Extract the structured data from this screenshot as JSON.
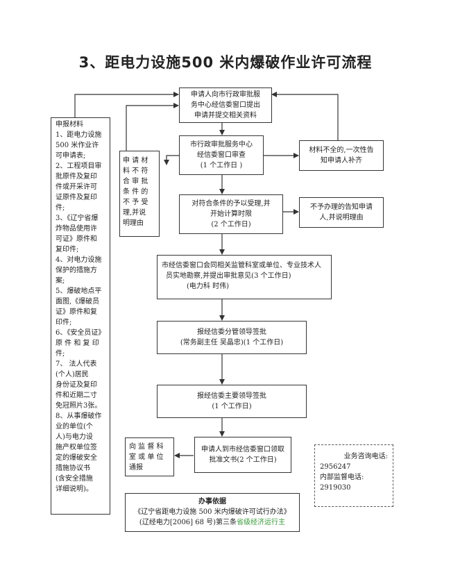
{
  "title": "3、距电力设施500 米内爆破作业许可流程",
  "materials": {
    "lines": [
      "申报材料",
      "1、距电力设施",
      "500 米作业许",
      "可申请表;",
      "2、工程项目审",
      "批原件及复印",
      "件或开采许可",
      "证原件及复印",
      "件;",
      "3、《辽宁省爆",
      "炸物品使用许",
      "可证》原件和",
      "复印件;",
      "4、对电力设施",
      "保护的措施方",
      "案;",
      "5、爆破地点平",
      "面图,《爆破员",
      "证》原件和复",
      "印件;",
      "6、《安全员证》",
      "原 件 和 复 印",
      "件;",
      "7、 法人代表",
      "(个人)居民",
      "身份证及复印",
      "件和近期二寸",
      "免冠照片3张。",
      "8、从事爆破作",
      "业的单位(个",
      "人)与电力设",
      "施产权单位签",
      "定的爆破安全",
      "措施协议书",
      "(含安全措施",
      "详细说明)。"
    ]
  },
  "steps": {
    "apply": [
      "申请人向市行政审批服",
      "务中心经信委窗口提出",
      "申请并提交相关资料"
    ],
    "review": [
      "市行政审批服务中心",
      "经信委窗口审查",
      "(1 个工作日 )"
    ],
    "accept": [
      "对符合条件的予以受理,并",
      "开始计算时限",
      "(2 个工作日)"
    ],
    "survey": [
      "市经信委窗口会同相关监管科室或单位、专业技术人",
      "员实地勘察,并提出审批意见(3 个工作日)",
      "(电力科   时伟)"
    ],
    "deputy_sign": [
      "报经信委分管领导签批",
      "(常务副主任 吴晶忠)(1 个工作日)"
    ],
    "chief_sign": [
      "报经信委主要领导签批",
      "(1 个工作日)"
    ],
    "collect": [
      "申请人到市经信委窗口领取",
      "批准文书(2 个工作日)"
    ]
  },
  "side": {
    "not_approved": [
      "申 请 材",
      "料 不 符",
      "合 审 批",
      "条 件 的",
      "不 予 受",
      "理,并说",
      "明理由"
    ],
    "incomplete": [
      "材料不全的,一次性告",
      "知申请人补齐"
    ],
    "not_handled": [
      "不予办理的告知申请",
      "人,并说明理由"
    ],
    "notify": [
      "向 监 督 科",
      "室 或 单 位",
      "通报"
    ]
  },
  "contact": {
    "consult_label": "业务咨询电话:",
    "consult_phone": "2956247",
    "supervise_label": "内部监督电话:",
    "supervise_phone": "2919030"
  },
  "basis": {
    "heading": "办事依据",
    "line1": "《辽宁省距电力设施 500 米内爆破许可试行办法》",
    "line2_main": "(辽经电力[2006] 68 号)第三条",
    "line2_green": "省级经济运行主"
  }
}
